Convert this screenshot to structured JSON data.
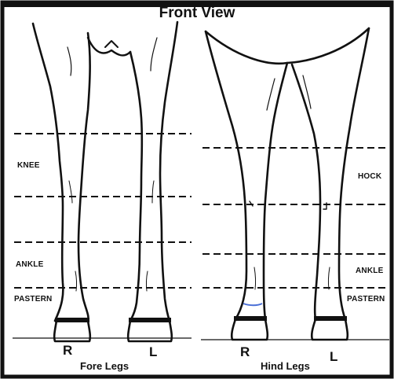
{
  "title": "Front View",
  "fore_legs": {
    "caption": "Fore Legs",
    "labels": {
      "knee": "KNEE",
      "ankle": "ANKLE",
      "pastern": "PASTERN"
    },
    "right": "R",
    "left": "L"
  },
  "hind_legs": {
    "caption": "Hind Legs",
    "labels": {
      "hock": "HOCK",
      "ankle": "ANKLE",
      "pastern": "PASTERN"
    },
    "right": "R",
    "left": "L"
  },
  "colors": {
    "ink": "#111111",
    "background": "#ffffff",
    "marker": "#4a6fd6"
  }
}
